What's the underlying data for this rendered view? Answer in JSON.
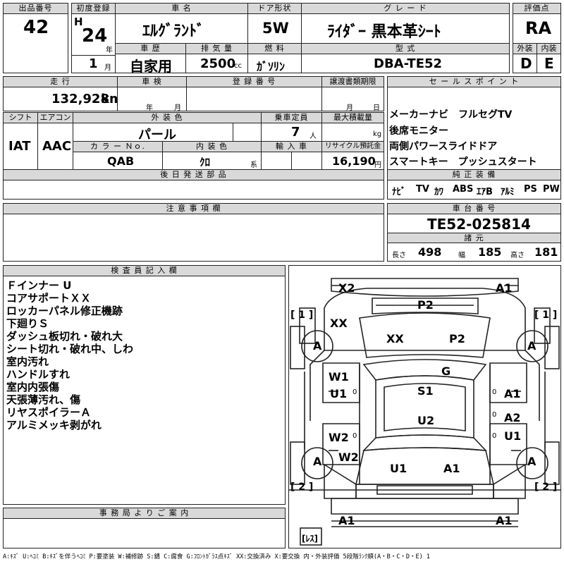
{
  "top": {
    "lot_label": "出品番号",
    "lot": "42",
    "first_reg_label": "初度登録",
    "era": "H",
    "year": "24",
    "year_unit": "年",
    "month": "1",
    "month_unit": "月",
    "car_name_label": "車 名",
    "car_name": "ｴﾙｸﾞﾗﾝﾄﾞ",
    "door_label": "ドア形状",
    "door": "5W",
    "grade_label": "グ レ ー ド",
    "grade": "ﾗｲﾀﾞｰ 黒本革ｼｰﾄ",
    "score_label": "評価点",
    "score": "RA",
    "history_label": "車 歴",
    "history": "自家用",
    "displacement_label": "排 気 量",
    "displacement": "2500",
    "cc": "cc",
    "fuel_label": "燃 料",
    "fuel": "ｶﾞｿﾘﾝ",
    "model_label": "型 式",
    "model": "DBA-TE52",
    "exterior_label": "外装",
    "exterior": "D",
    "interior_label": "内装",
    "interior": "E"
  },
  "mid": {
    "mileage_label": "走 行",
    "mileage": "132,928",
    "km": "km",
    "inspection_label": "車 検",
    "insp_year": "年",
    "insp_month": "月",
    "reg_label": "登 録 番 号",
    "transfer_label": "譲渡書類期限",
    "tr_month": "月",
    "tr_day": "日",
    "shift_label": "シフト",
    "shift": "IAT",
    "ac_label": "エアコン",
    "ac": "AAC",
    "color_label": "外 装 色",
    "color": "パール",
    "capacity_label": "乗車定員",
    "capacity": "7",
    "capacity_unit": "人",
    "load_label": "最大積載量",
    "load_unit": "kg",
    "color_no_label": "カ ラ ー Ｎｏ.",
    "color_no": "QAB",
    "int_color_label": "内 装 色",
    "int_color": "ｸﾛ",
    "int_color_unit": "系",
    "import_label": "輸 入 車",
    "recycle_label": "リサイクル預託金",
    "recycle": "16,190",
    "yen": "円",
    "later_label": "後 日 発 送 部 品"
  },
  "sales": {
    "label": "セ ー ル ス ポ イ ン ト",
    "lines": [
      "メーカーナビ　フルセグTV",
      "後席モニター",
      "両側パワースライドドア",
      "スマートキー　プッシュスタート"
    ]
  },
  "equip": {
    "label": "純 正 装 備",
    "items": [
      "ﾅﾋﾞ",
      "TV",
      "ｶﾜ",
      "ABS",
      "ｴｱB",
      "ｱﾙﾐ",
      "PS",
      "PW"
    ]
  },
  "notes": {
    "label": "注 意 事 項 欄"
  },
  "chassis": {
    "label": "車 台 番 号",
    "value": "TE52-025814",
    "spec_label": "諸 元",
    "len_label": "長さ",
    "len": "498",
    "wid_label": "幅",
    "wid": "185",
    "hgt_label": "高さ",
    "hgt": "181"
  },
  "inspector": {
    "label": "検 査 員 記 入 欄",
    "lines": [
      "Ｆインナー U",
      "コアサポートＸＸ",
      "ロッカーパネル修正機跡",
      "下廻りＳ",
      "ダッシュ板切れ・破れ大",
      "シート切れ・破れ中、しわ",
      "室内汚れ",
      "ハンドルすれ",
      "室内内張傷",
      "天張薄汚れ、傷",
      "リヤスポイラーＡ",
      "アルミメッキ剥がれ"
    ]
  },
  "office": {
    "label": "事 務 局 よ り ご 案 内"
  },
  "diagram": {
    "marks": [
      "X2",
      "A1",
      "P2",
      "XX",
      "A",
      "XX",
      "P2",
      "A",
      "G",
      "W1",
      "U1",
      "S1",
      "A1",
      "A2",
      "U1",
      "U2",
      "W2",
      "W2",
      "A",
      "U1",
      "A1",
      "A",
      "A1",
      "A1"
    ],
    "frame_labels": [
      "[ 1 ]",
      "[ 1 ]",
      "[ 2 ]",
      "[ 2 ]"
    ],
    "less": "[ﾚｽ]",
    "tire_marks": [
      "0",
      "0",
      "0",
      "0",
      "0"
    ]
  },
  "legend": "A:ｷｽﾞ U:ﾍｺﾐ B:ｷｽﾞを伴うﾍｺﾐ P:要塗装 W:補修跡 S:錆 C:腐食 G:ﾌﾛﾝﾄｶﾞﾗｽ点ｷｽﾞ XX:交換済み X:要交換 内・外装評価 5段階ﾗﾝｸ順(A・B・C・D・E) 1"
}
